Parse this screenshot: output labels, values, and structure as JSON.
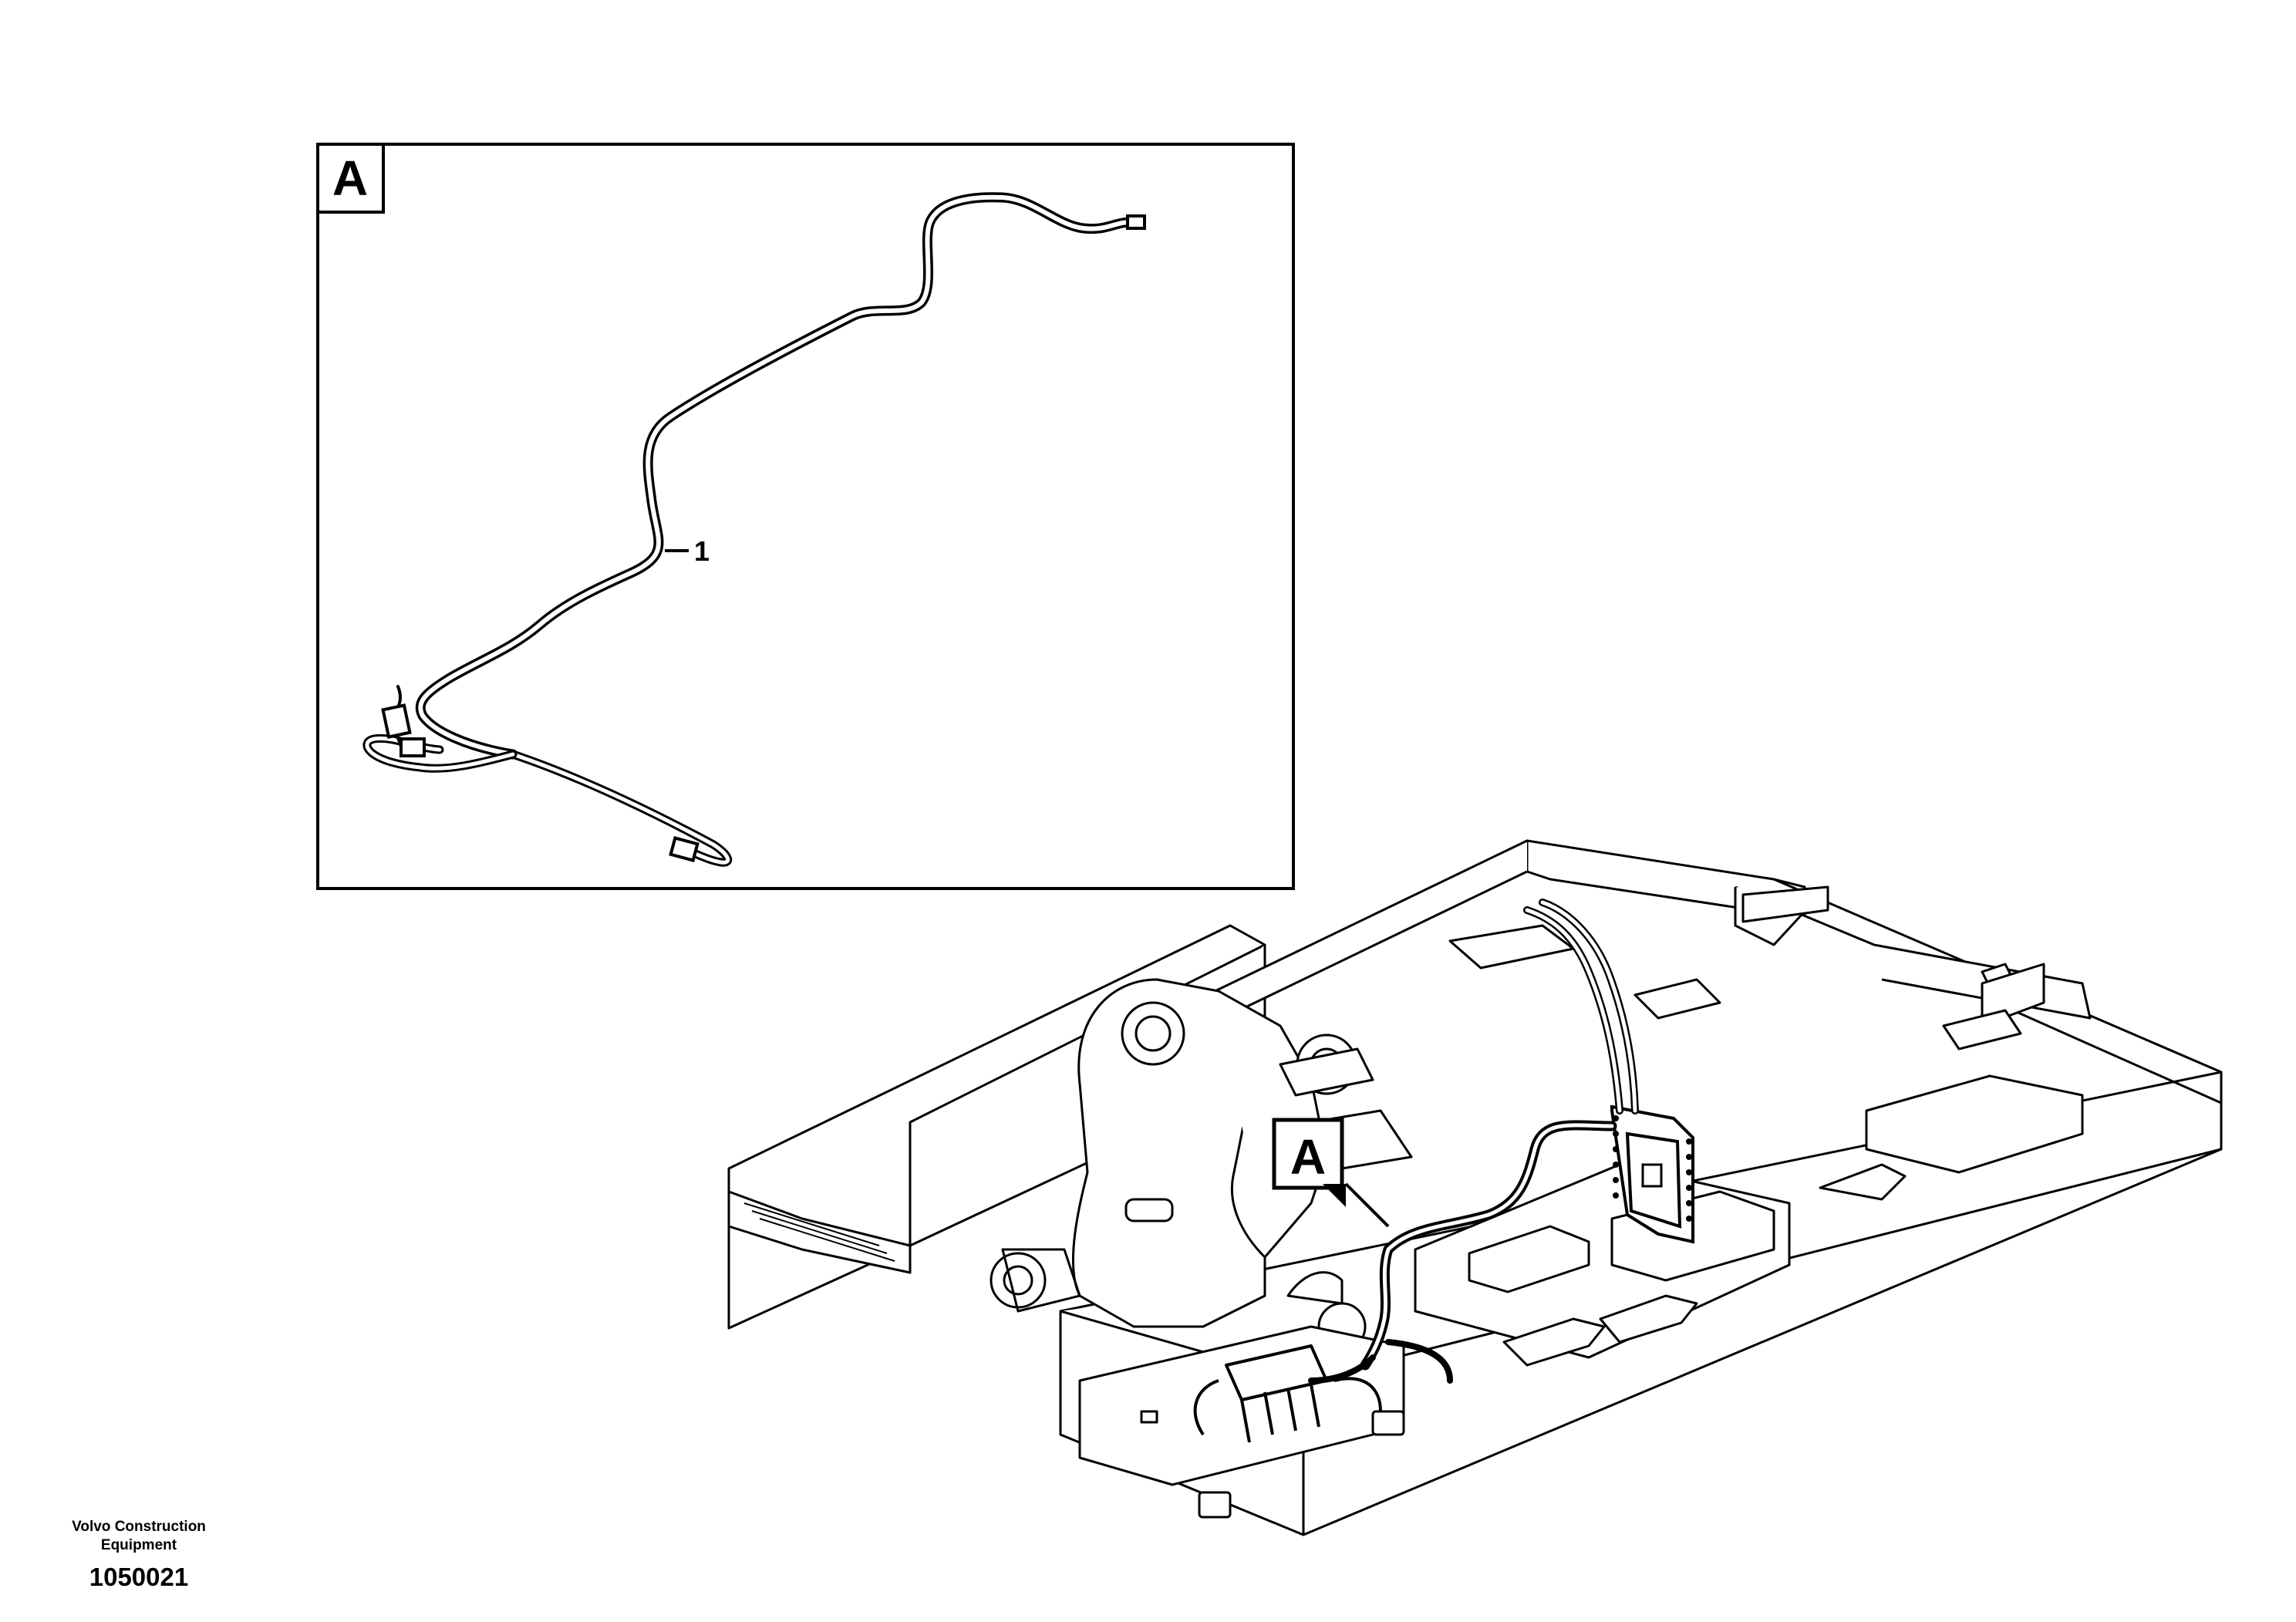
{
  "detail_view": {
    "label": "A",
    "part_callout": "1"
  },
  "main_view": {
    "callout_label": "A"
  },
  "footer": {
    "company_line1": "Volvo Construction",
    "company_line2": "Equipment",
    "drawing_number": "1050021"
  }
}
